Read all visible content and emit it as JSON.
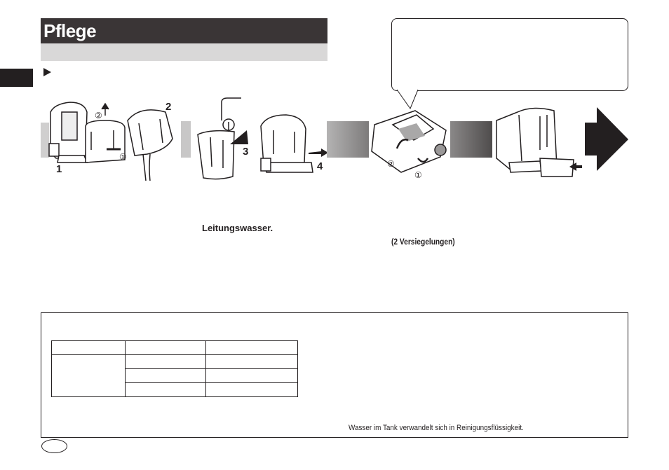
{
  "header": {
    "title": "Pflege"
  },
  "illustration": {
    "step_numbers": [
      "1",
      "2",
      "3",
      "4"
    ],
    "circled_steps": [
      "②",
      "①",
      "②",
      "①"
    ]
  },
  "captions": {
    "tap_water": "Leitungswasser.",
    "seals": "(2 Versiegelungen)"
  },
  "info": {
    "footnote": "Wasser im Tank verwandelt sich in Reinigungsflüssigkeit."
  }
}
